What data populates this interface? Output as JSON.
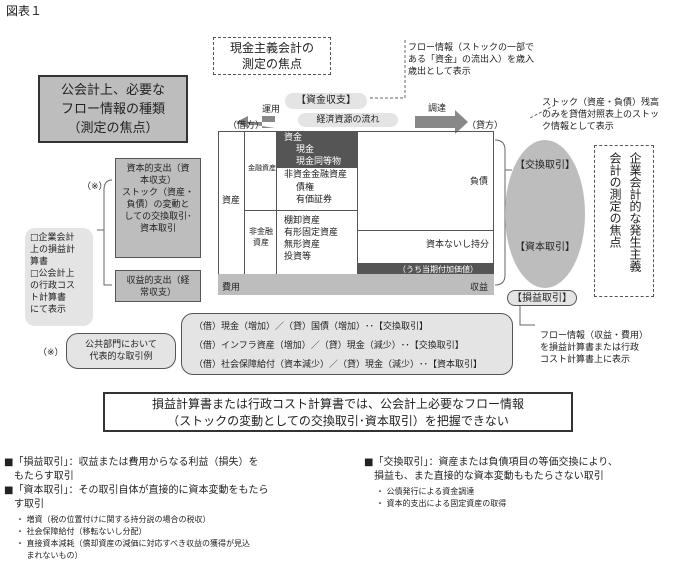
{
  "figure_label": "図表１",
  "cash_basis": {
    "title_1": "現金主義会計の",
    "title_2": "測定の焦点"
  },
  "flow_note_top": [
    "フロー情報（ストックの一部で",
    "ある「資金」の流出入）を歳入",
    "歳出として表示"
  ],
  "fund_receipt": "【資金収支】",
  "use_label": "運用",
  "procure_label": "調達",
  "flow_of_resources": "経済資源の流れ",
  "stock_note": [
    "ストック（資産・負債）残高",
    "のみを貸借対照表上のストッ",
    "ク情報として表示"
  ],
  "public_box": [
    "公会計上、必要な",
    "フロー情報の種類",
    "（測定の焦点）"
  ],
  "capex_box": [
    "資本的支出（資",
    "本収支）",
    "ストック（資産・",
    "負債）の変動と",
    "しての交換取引･",
    "資本取引"
  ],
  "note_mark": "（※）",
  "statements_note": [
    "□企業会計",
    "上の損益計",
    "算書",
    "□公会計上",
    "の行政コス",
    "ト計算書",
    "にて表示"
  ],
  "revenue_box": [
    "収益的支出（経",
    "常収支）"
  ],
  "bs": {
    "debit": "（借方）",
    "credit": "（貸方）",
    "fund": "資金",
    "cash": "現金",
    "cash_eq": "現金同等物",
    "non_fund_fin": "非資金金融資産",
    "receivable": "債権",
    "securities": "有価証券",
    "fin_assets": "金融資産",
    "assets": "資産",
    "nonfin_1": "非金融",
    "nonfin_2": "資産",
    "inventory": "棚卸資産",
    "tangible": "有形固定資産",
    "intangible": "無形資産",
    "investment": "投資等",
    "liabilities": "負債",
    "equity": "資本ないし持分",
    "current_value": "（うち当期付加価値）",
    "expense": "費用",
    "revenue": "収益"
  },
  "exchange_ellipse": "【交換取引】",
  "capital_ellipse": "【資本取引】",
  "pl_ellipse": "【損益取引】",
  "accrual_box": [
    "企業会計的な発生主義",
    "会計の測定の焦点"
  ],
  "examples_note": "（※）",
  "examples_label": [
    "公共部門において",
    "代表的な取引例"
  ],
  "examples": [
    "（借）現金（増加）／（貸）国債（増加）･･【交換取引】",
    "（借）インフラ資産（増加）／（貸）現金（減少）･･【交換取引】",
    "（借）社会保障給付（資本減少）／（貸）現金（減少）･･【資本取引】"
  ],
  "flow_note_bottom": [
    "フロー情報（収益・費用）",
    "を損益計算書または行政",
    "コスト計算書上に表示"
  ],
  "conclusion": [
    "損益計算書または行政コスト計算書では、公会計上必要なフロー情報",
    "（ストックの変動としての交換取引･資本取引）を把握できない"
  ],
  "defs_left": [
    "■「損益取引」：収益または費用からなる利益（損失）を",
    "　もたらす取引",
    "■「資本取引」：その取引自体が直接的に資本変動をもたら",
    "　す取引"
  ],
  "defs_left_sub": [
    "・ 増資（税の位置付けに関する持分説の場合の税収）",
    "・ 社会保障給付（移転ないし分配）",
    "・ 直接資本減耗（償却資産の減価に対応すべき収益の獲得が見込",
    "　 まれないもの）"
  ],
  "defs_right": [
    "■「交換取引」：資産または負債項目の等価交換により、",
    "　損益も、また直接的な資本変動ももたらさない取引"
  ],
  "defs_right_sub": [
    "・ 公債発行による資金調達",
    "・ 資本的支出による固定資産の取得"
  ]
}
